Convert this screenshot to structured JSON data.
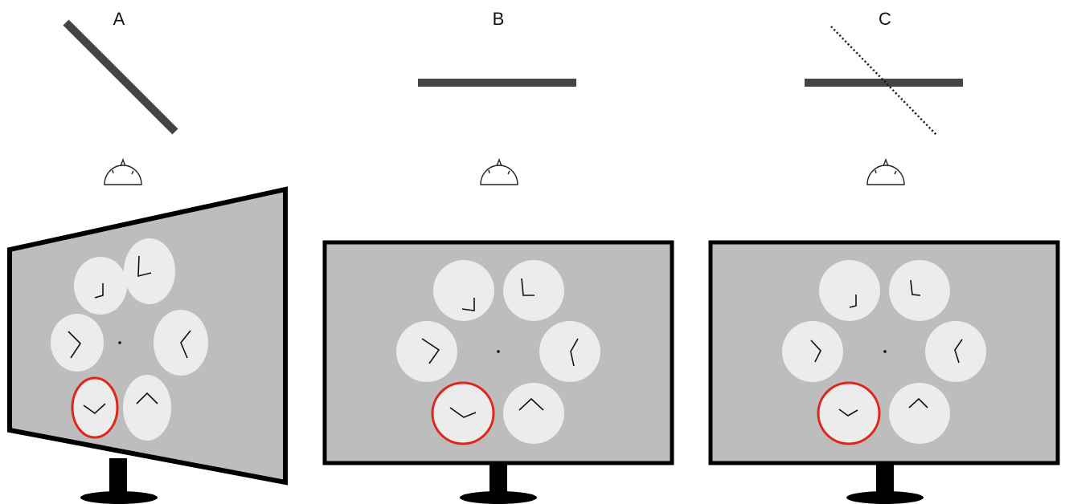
{
  "panels": [
    {
      "label": "A",
      "view": "slanted-monitor",
      "display": "slanted",
      "line_style": [
        "solid-slanted"
      ]
    },
    {
      "label": "B",
      "view": "frontal-monitor",
      "display": "frontal",
      "line_style": [
        "solid-horizontal"
      ]
    },
    {
      "label": "C",
      "view": "frontal-monitor-with-slant-reference",
      "display": "frontal",
      "line_style": [
        "solid-horizontal",
        "dotted-slanted"
      ]
    }
  ],
  "stimulus": {
    "items": 6,
    "highlighted_item": "bottom-left",
    "fixation": "center dot"
  },
  "colors": {
    "background": "#ffffff",
    "screen": "#bdbdbd",
    "disc": "#ececec",
    "frame": "#000000",
    "bar": "#444444",
    "highlight": "#e0261b"
  }
}
